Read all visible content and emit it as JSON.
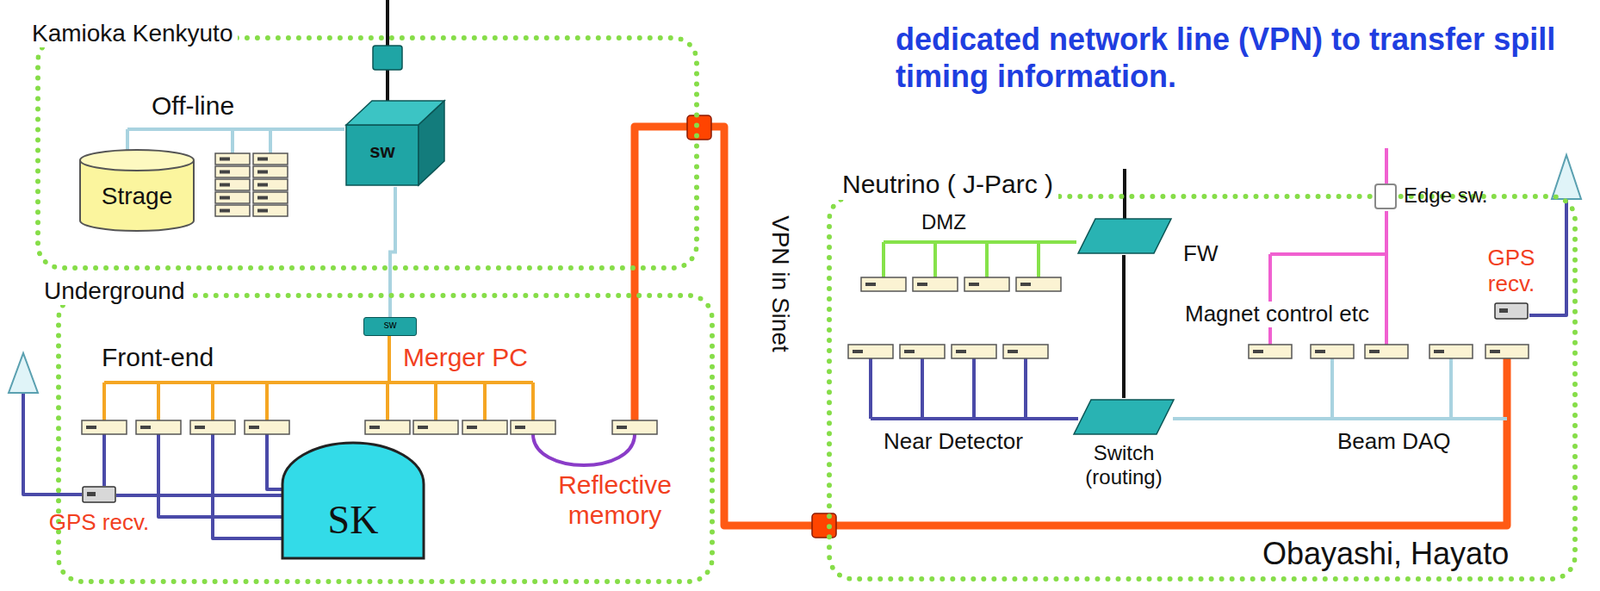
{
  "diagram": {
    "title": "dedicated network line (VPN) to transfer spill timing information.",
    "nodes": [
      {
        "text": [
          "Kamioka Kenkyuto"
        ]
      },
      {
        "text": [
          "Strage"
        ],
        "in": 0
      },
      {
        "text": [
          "sw"
        ],
        "in": 0
      },
      {
        "text": [
          "Underground"
        ]
      },
      {
        "text": [
          "sw"
        ],
        "in": 3
      },
      {
        "text": [
          "SK"
        ],
        "in": 3
      },
      {
        "text": [
          "GPS recv."
        ],
        "in": 3
      },
      {
        "text": [
          "Neutrino ( J-Parc )"
        ]
      },
      {
        "text": [
          "FW"
        ],
        "in": 7
      },
      {
        "text": [
          "Switch (routing)"
        ],
        "in": 7
      },
      {
        "text": [
          "GPS recv."
        ],
        "in": 7
      },
      {
        "text": [
          "Edge sw."
        ]
      }
    ],
    "edges": [
      {
        "from": 2,
        "to": 4,
        "arrow": "none"
      },
      {
        "from": 8,
        "to": 9,
        "arrow": "none"
      }
    ],
    "labels": [
      "Off-line",
      "Front-end",
      "Merger PC",
      "Reflective memory",
      "VPN in Sinet",
      "DMZ",
      "Magnet control etc",
      "Near Detector",
      "Beam DAQ",
      "Obayashi, Hayato"
    ]
  }
}
